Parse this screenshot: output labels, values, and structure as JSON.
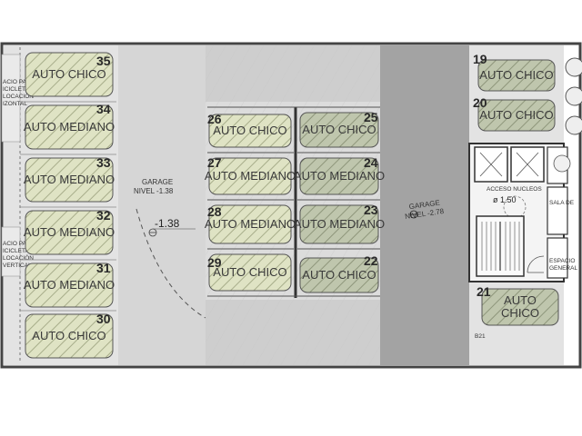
{
  "bike_notes": {
    "horizontal": [
      "ACIO PARA",
      "ICICLETAS",
      "LOCACIÓN",
      "IZONTAL"
    ],
    "vertical": [
      "ACIO PARA",
      "ICICLETAS",
      "LOCACIÓN",
      "VERTICAL"
    ]
  },
  "levels": {
    "left": {
      "title": "GARAGE",
      "subtitle": "NIVEL -1.38",
      "marker": "-1.38"
    },
    "right": {
      "title": "GARAGE",
      "subtitle": "NIVEL -2.78"
    }
  },
  "core": {
    "access_title": "ACCESO NUCLEOS",
    "access_dim": "ø 1.50",
    "sala": "SALA DE",
    "espacio": [
      "ESPACIO",
      "GENERAL"
    ],
    "unit": "B21"
  },
  "spots": [
    {
      "num": "35",
      "label": "AUTO CHICO"
    },
    {
      "num": "34",
      "label": "AUTO MEDIANO"
    },
    {
      "num": "33",
      "label": "AUTO MEDIANO"
    },
    {
      "num": "32",
      "label": "AUTO MEDIANO"
    },
    {
      "num": "31",
      "label": "AUTO MEDIANO"
    },
    {
      "num": "30",
      "label": "AUTO CHICO"
    },
    {
      "num": "26",
      "label": "AUTO CHICO"
    },
    {
      "num": "27",
      "label": "AUTO MEDIANO"
    },
    {
      "num": "28",
      "label": "AUTO MEDIANO"
    },
    {
      "num": "29",
      "label": "AUTO CHICO"
    },
    {
      "num": "25",
      "label": "AUTO CHICO"
    },
    {
      "num": "24",
      "label": "AUTO MEDIANO"
    },
    {
      "num": "23",
      "label": "AUTO MEDIANO"
    },
    {
      "num": "22",
      "label": "AUTO CHICO"
    },
    {
      "num": "19",
      "label": "AUTO CHICO"
    },
    {
      "num": "20",
      "label": "AUTO CHICO"
    },
    {
      "num": "21",
      "label": [
        "AUTO",
        "CHICO"
      ]
    }
  ]
}
